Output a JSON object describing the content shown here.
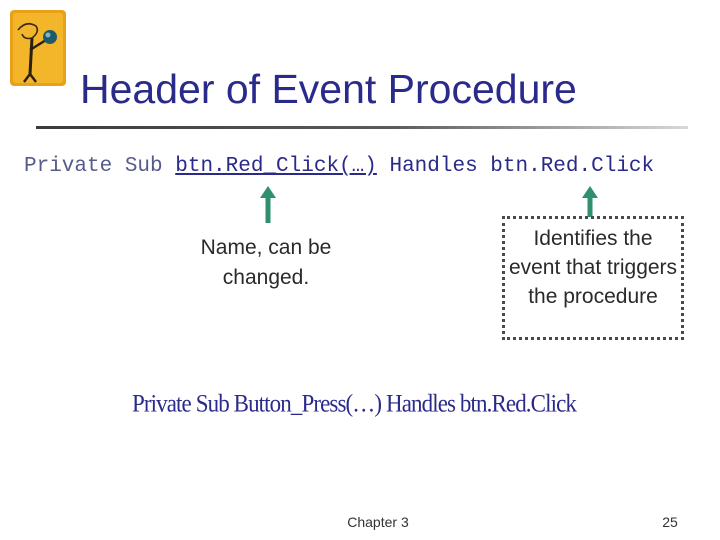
{
  "slide": {
    "title": "Header of Event Procedure",
    "code_line": {
      "prefix": "Private Sub ",
      "name": "btn.Red_Click(…)",
      "suffix": " Handles btn.Red.Click"
    },
    "note_name": "Name, can be changed.",
    "note_event": "Identifies the event that triggers the procedure",
    "code_example": "Private Sub Button_Press(…) Handles btn.Red.Click",
    "footer": {
      "chapter": "Chapter 3",
      "page": "25"
    }
  },
  "colors": {
    "title": "#2a2a8a",
    "arrow": "#2f8f6f"
  }
}
